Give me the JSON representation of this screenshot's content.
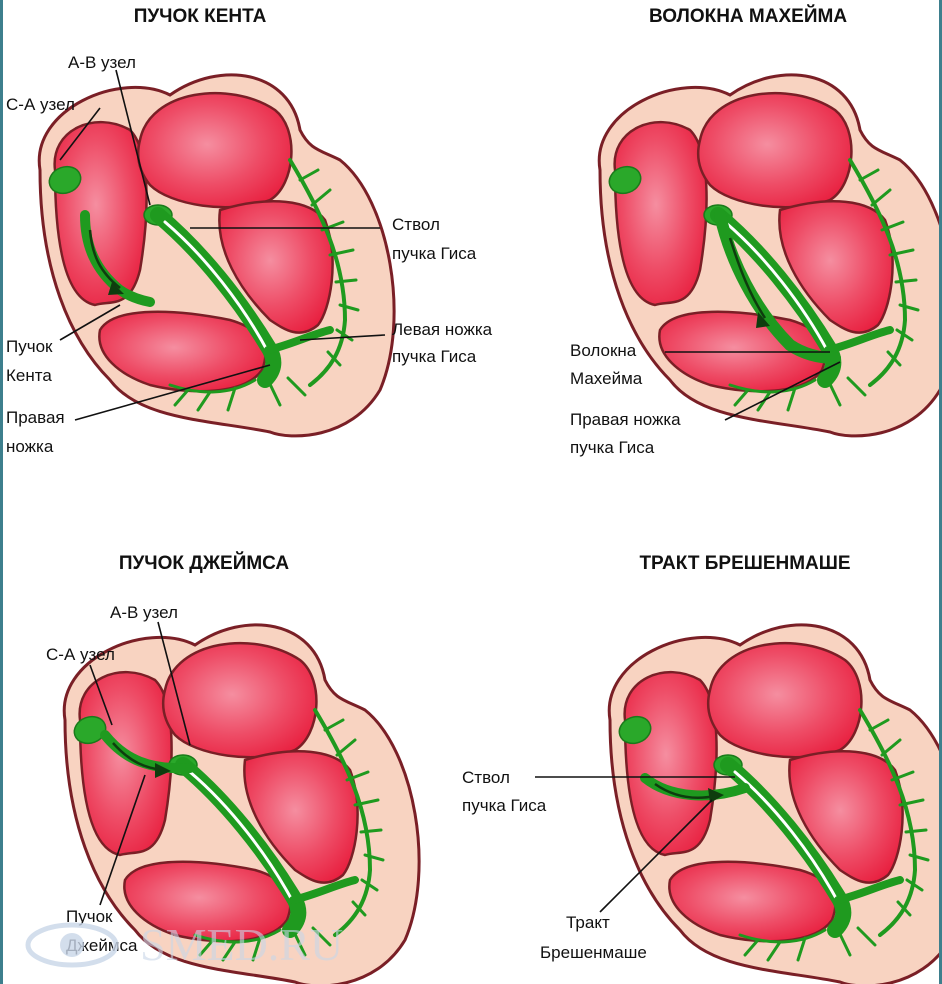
{
  "panels": [
    {
      "title": "ПУЧОК КЕНТА",
      "labels": {
        "av_node": "А-В узел",
        "sa_node": "С-А узел",
        "his_stem": [
          "Ствол",
          "пучка Гиса"
        ],
        "left_bundle": [
          "Левая ножка",
          "пучка Гиса"
        ],
        "kent": [
          "Пучок",
          "Кента"
        ],
        "right_bundle": [
          "Правая",
          "ножка"
        ]
      }
    },
    {
      "title": "ВОЛОКНА МАХЕЙМА",
      "labels": {
        "mahaim": [
          "Волокна",
          "Махейма"
        ],
        "right_bundle": [
          "Правая ножка",
          "пучка Гиса"
        ]
      }
    },
    {
      "title": "ПУЧОК ДЖЕЙМСА",
      "labels": {
        "av_node": "А-В узел",
        "sa_node": "С-А узел",
        "james": [
          "Пучок",
          "Джеймса"
        ]
      }
    },
    {
      "title": "ТРАКТ БРЕШЕНМАШЕ",
      "labels": {
        "his_stem": [
          "Ствол",
          "пучка Гиса"
        ],
        "brechenmacher": [
          "Тракт",
          "Брешенмаше"
        ]
      }
    }
  ],
  "watermark": "SMED.RU",
  "colors": {
    "myocardium_wall": "#f8d3c1",
    "chamber": "#ef3a55",
    "conduction": "#2aa82a",
    "outline": "#7a1f26",
    "frame": "#3d7f8d"
  },
  "icons": {
    "watermark_logo": "eye-logo-icon"
  }
}
